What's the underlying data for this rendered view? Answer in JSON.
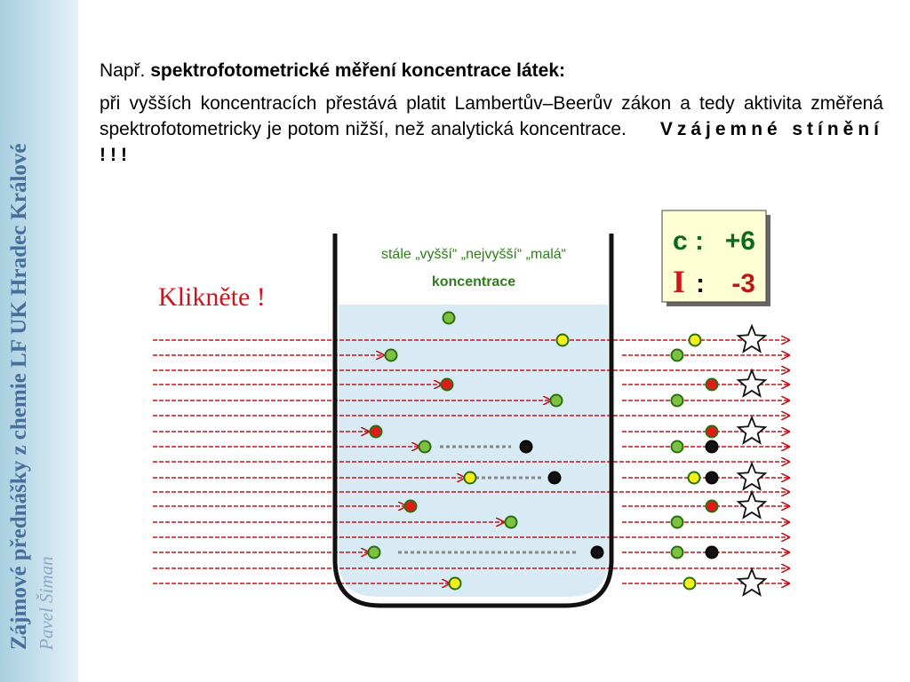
{
  "sidebar": {
    "title": "Zájmové přednášky z chemie   LF UK  Hradec Králové",
    "author": "Pavel Šiman"
  },
  "heading": {
    "prefix": "Např. ",
    "bold": "spektrofotometrické měření koncentrace látek:"
  },
  "paragraph": {
    "text": "při vyšších koncentracích přestává platit Lambertův–Beerův zákon a tedy aktivita změřená spektrofotometricky je potom nižší, než analytická koncentrace.",
    "emphasis": "Vzájemné stínění !!!"
  },
  "diagram": {
    "click_label": "Klikněte !",
    "beaker_label_line1": "stále „vyšší“ „nejvyšší“ „malá“",
    "beaker_label_line2": "koncentrace",
    "readout": {
      "c_label": "c :",
      "c_value": "+6",
      "i_label": "I",
      "i_colon": ":",
      "i_value": "-3"
    }
  },
  "colors": {
    "arrow": "#c0141b",
    "molecule_green": "#7cc142",
    "molecule_red": "#e21a1a",
    "molecule_yellow": "#f5f01a",
    "molecule_black": "#111111",
    "readout_bg": "#ffffd4",
    "solution": "#d8ebf5"
  }
}
